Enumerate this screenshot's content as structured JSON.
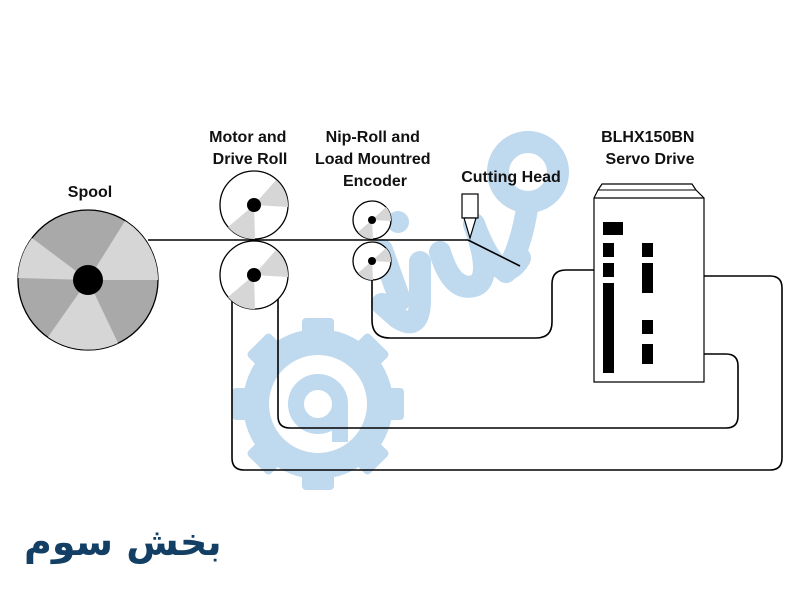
{
  "labels": {
    "spool": "Spool",
    "motor_drive_roll": [
      "Motor and",
      "Drive Roll"
    ],
    "nip_roll_encoder": [
      "Nip-Roll and",
      "Load Mountred",
      "Encoder"
    ],
    "cutting_head": "Cutting Head",
    "servo_drive": [
      "BLHX150BN",
      "Servo Drive"
    ]
  },
  "footer": {
    "caption": "بخش سوم"
  },
  "watermark": {
    "icon": "gear-logo-icon",
    "color": "#bcd7ee"
  },
  "colors": {
    "caption": "#123f63",
    "spool_dark": "#a9a9a9",
    "spool_light": "#d6d6d6",
    "line": "#000000"
  }
}
